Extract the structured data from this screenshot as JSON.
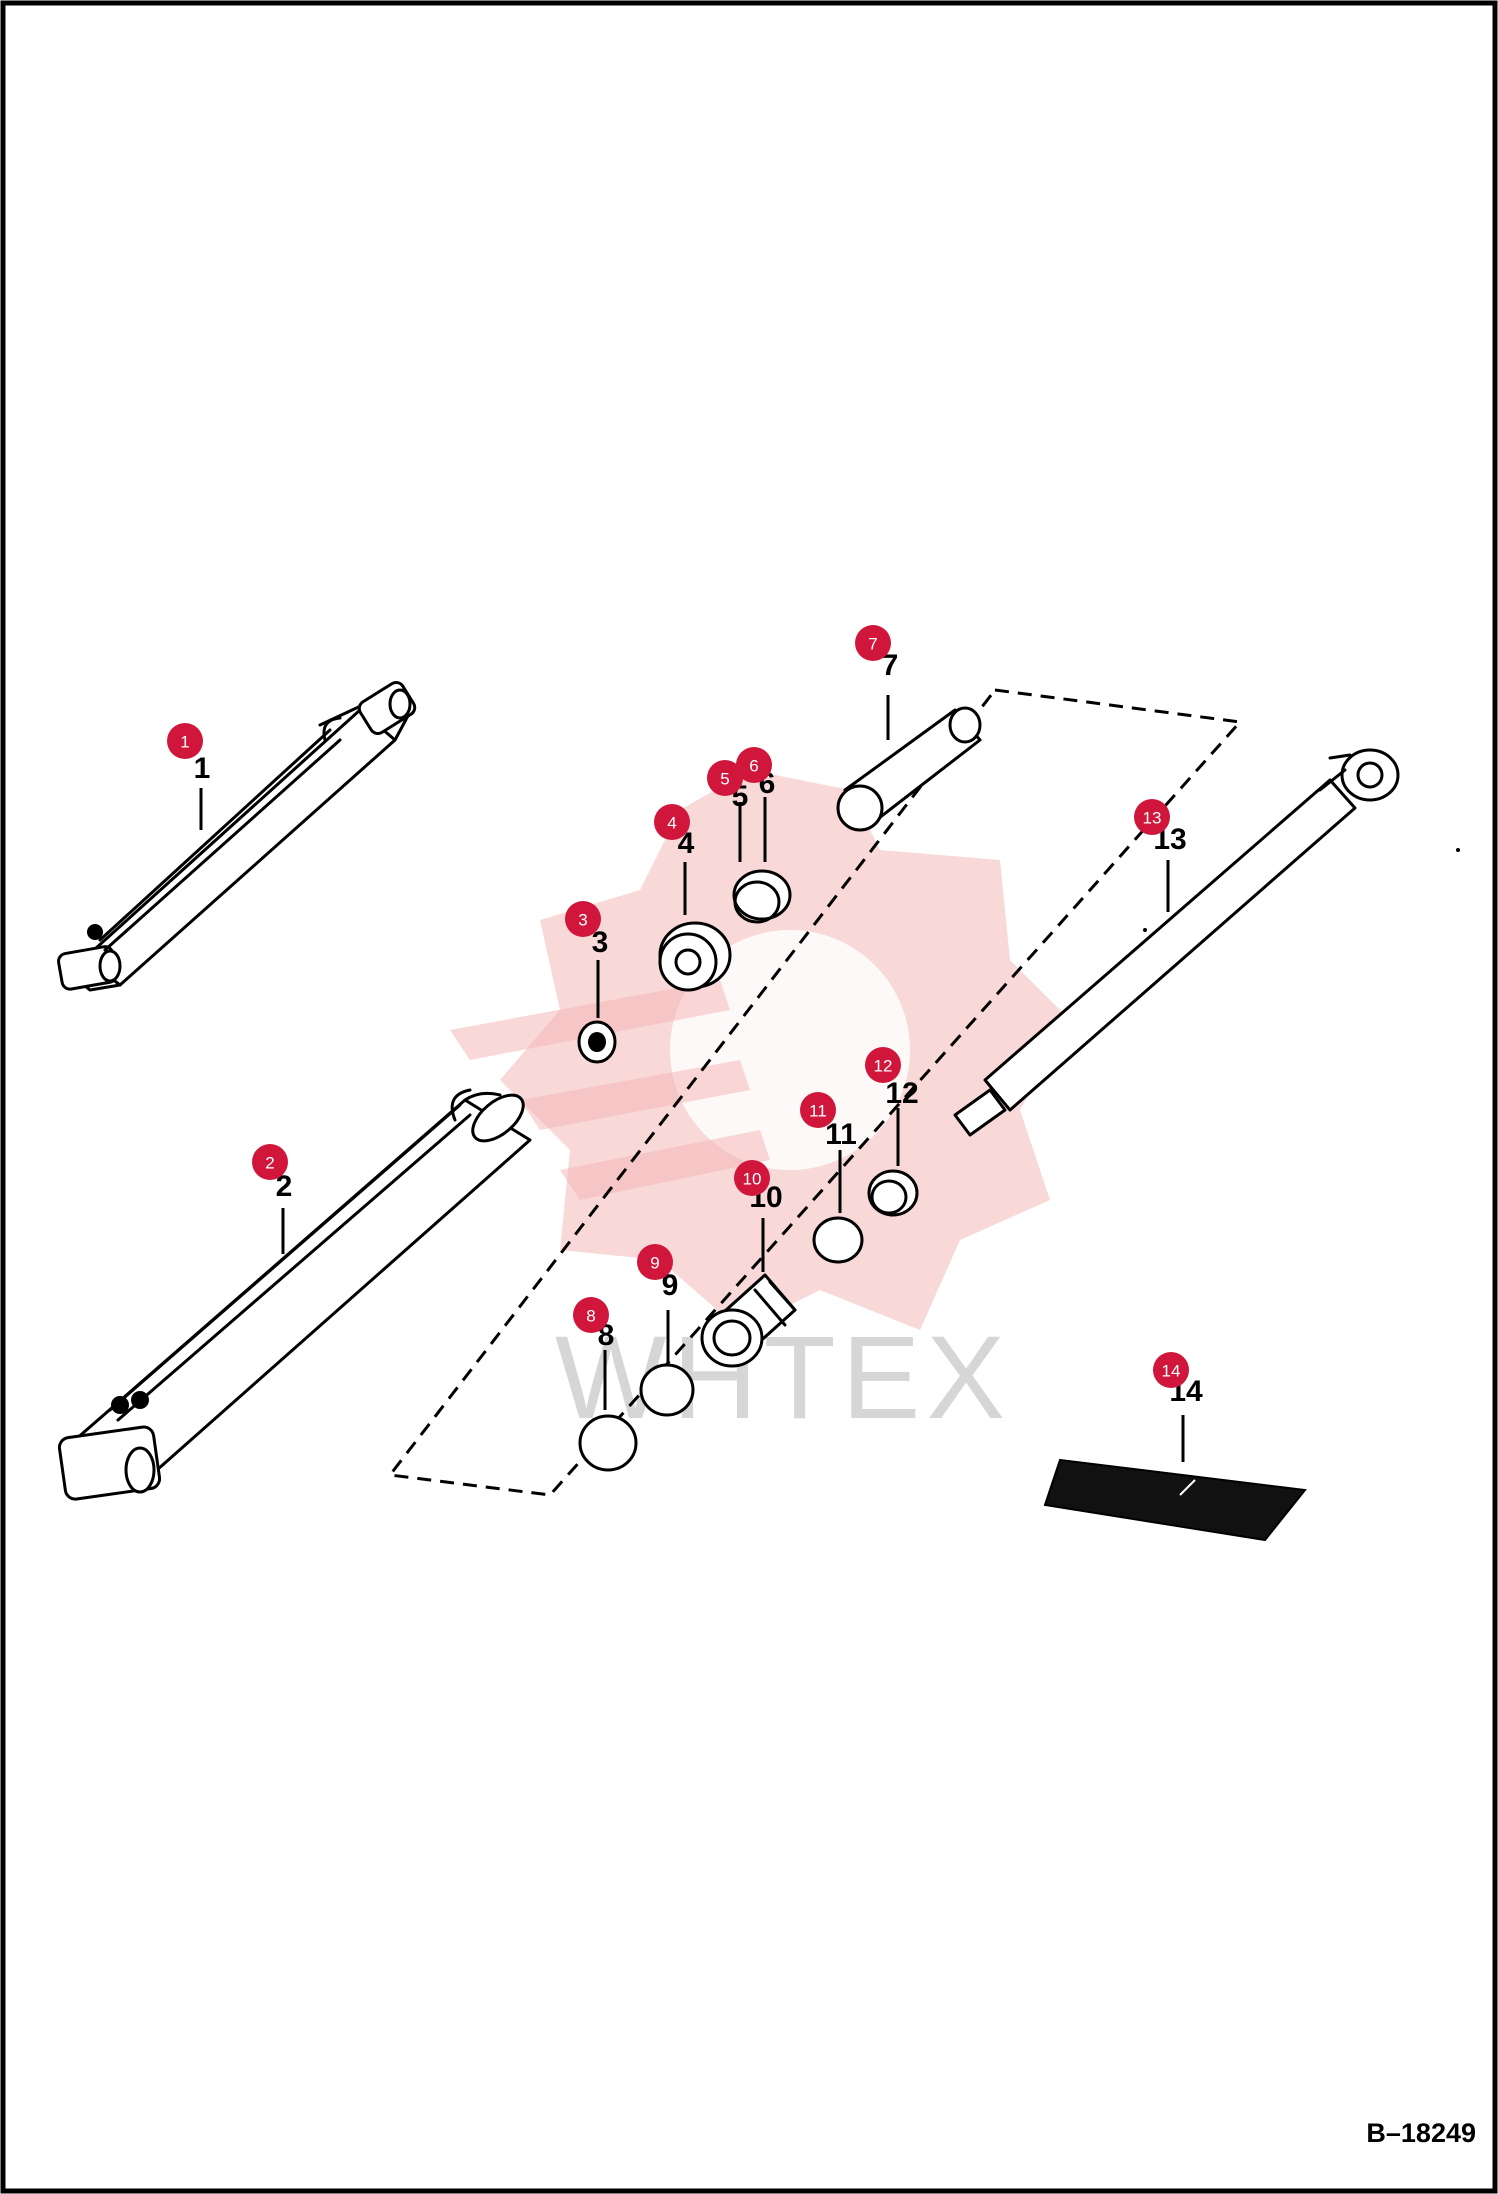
{
  "drawing_number": "B–18249",
  "watermark": "WHTEX",
  "parts": [
    {
      "callout": "1",
      "label": "1"
    },
    {
      "callout": "2",
      "label": "2"
    },
    {
      "callout": "3",
      "label": "3"
    },
    {
      "callout": "4",
      "label": "4"
    },
    {
      "callout": "5",
      "label": "5"
    },
    {
      "callout": "6",
      "label": "6"
    },
    {
      "callout": "7",
      "label": "7"
    },
    {
      "callout": "8",
      "label": "8"
    },
    {
      "callout": "9",
      "label": "9"
    },
    {
      "callout": "10",
      "label": "10"
    },
    {
      "callout": "11",
      "label": "11"
    },
    {
      "callout": "12",
      "label": "12"
    },
    {
      "callout": "13",
      "label": "13"
    },
    {
      "callout": "14",
      "label": "14"
    }
  ],
  "colors": {
    "callout": "#d0163a",
    "frame": "#000000",
    "watermark": "#f4b8b8"
  }
}
